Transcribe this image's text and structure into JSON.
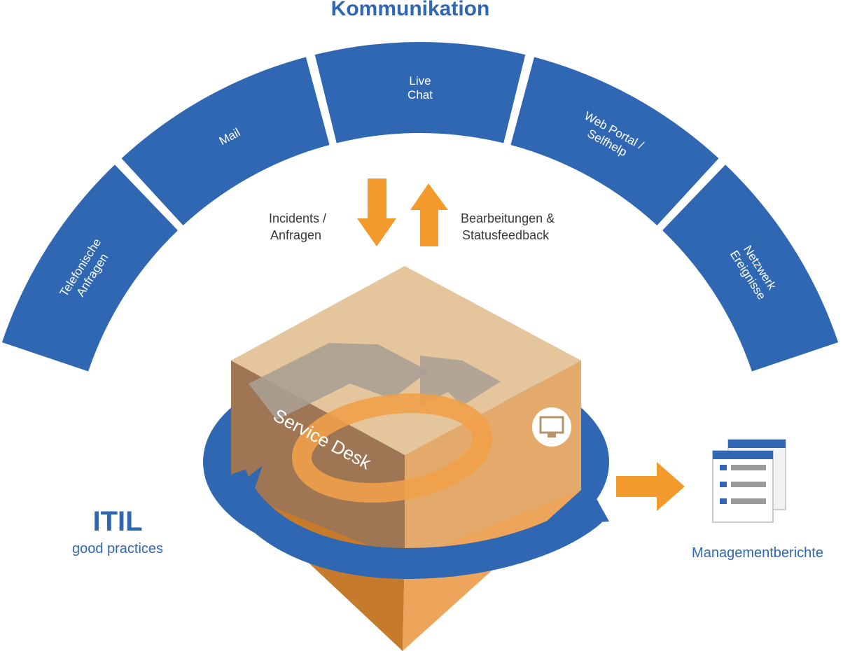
{
  "title": "Kommunikation",
  "segments": [
    {
      "lines": [
        "Telefonische",
        "Anfragen"
      ]
    },
    {
      "lines": [
        "Mail"
      ]
    },
    {
      "lines": [
        "Live",
        "Chat"
      ]
    },
    {
      "lines": [
        "Web Portal /",
        "Selfhelp"
      ]
    },
    {
      "lines": [
        "Netzwerk",
        "Ereignisse"
      ]
    }
  ],
  "arrows": {
    "down_lines": [
      "Incidents /",
      "Anfragen"
    ],
    "up_lines": [
      "Bearbeitungen &",
      "Statusfeedback"
    ]
  },
  "box_label": "Service Desk",
  "itil": {
    "title": "ITIL",
    "subtitle": "good practices"
  },
  "reports_label": "Managementberichte",
  "colors": {
    "blue": "#2f67b3",
    "orange": "#f39a2c",
    "box_top": "#e4c59c",
    "box_left": "#9e7654",
    "box_right": "#e3aa6b",
    "cone_left": "#c67a2c",
    "cone_right": "#eca55b",
    "grey_arrow": "#a99f94"
  },
  "icons": {
    "center_badge": "monitor-icon",
    "reports": "reports-document-icon"
  }
}
